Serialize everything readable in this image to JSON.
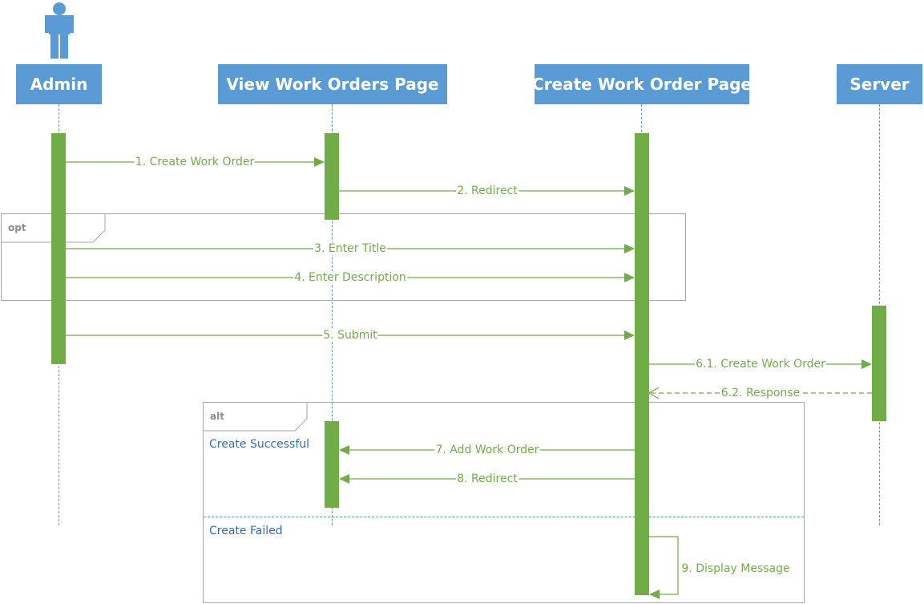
{
  "colors": {
    "lifeline_fill": "#5b9bd5",
    "activation_fill": "#70ad47",
    "message_color": "#70ad47",
    "frame_border": "#a6a6a6",
    "frame_tag_text": "#8c8c8c",
    "guard_text": "#2e6eb5",
    "separator_color": "#5b9bd5"
  },
  "icons": {
    "actor": "person-icon"
  },
  "lifelines": [
    {
      "id": "admin",
      "label": "Admin"
    },
    {
      "id": "view",
      "label": "View Work Orders Page"
    },
    {
      "id": "create",
      "label": "Create Work Order Page"
    },
    {
      "id": "server",
      "label": "Server"
    }
  ],
  "messages": [
    {
      "label": "1. Create Work Order",
      "from": "admin",
      "to": "view",
      "style": "solid"
    },
    {
      "label": "2. Redirect",
      "from": "view",
      "to": "create",
      "style": "solid"
    },
    {
      "label": "3. Enter Title",
      "from": "admin",
      "to": "create",
      "style": "solid"
    },
    {
      "label": "4. Enter Description",
      "from": "admin",
      "to": "create",
      "style": "solid"
    },
    {
      "label": "5. Submit",
      "from": "admin",
      "to": "create",
      "style": "solid"
    },
    {
      "label": "6.1. Create Work Order",
      "from": "create",
      "to": "server",
      "style": "solid"
    },
    {
      "label": "6.2. Response",
      "from": "server",
      "to": "create",
      "style": "dashed"
    },
    {
      "label": "7. Add Work Order",
      "from": "create",
      "to": "view",
      "style": "solid"
    },
    {
      "label": "8. Redirect",
      "from": "create",
      "to": "view",
      "style": "solid"
    },
    {
      "label": "9. Display Message",
      "from": "create",
      "to": "create",
      "style": "self"
    }
  ],
  "fragments": [
    {
      "tag": "opt",
      "guards": []
    },
    {
      "tag": "alt",
      "guards": [
        "Create Successful",
        "Create Failed"
      ]
    }
  ]
}
